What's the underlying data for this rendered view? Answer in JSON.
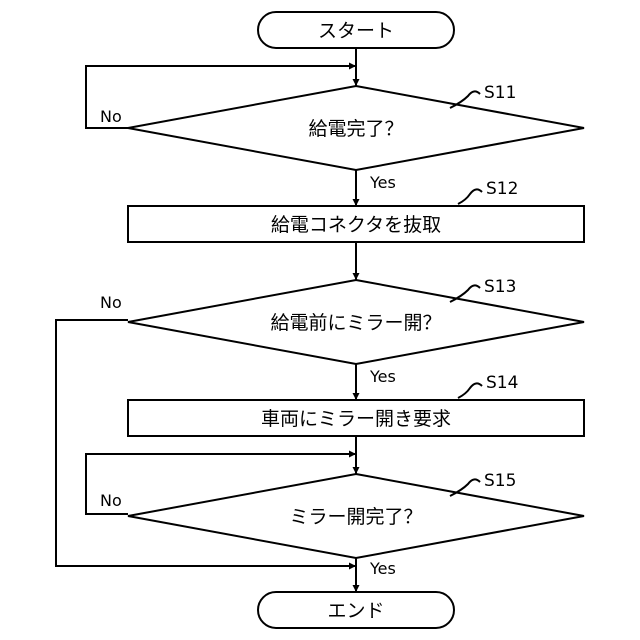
{
  "nodes": {
    "start": "スタート",
    "s11": {
      "step": "S11",
      "text": "給電完了？"
    },
    "s12": {
      "step": "S12",
      "text": "給電コネクタを抜取"
    },
    "s13": {
      "step": "S13",
      "text": "給電前にミラー開？"
    },
    "s14": {
      "step": "S14",
      "text": "車両にミラー開き要求"
    },
    "s15": {
      "step": "S15",
      "text": "ミラー開完了？"
    },
    "end": "エンド"
  },
  "branches": {
    "yes": "Yes",
    "no": "No"
  }
}
